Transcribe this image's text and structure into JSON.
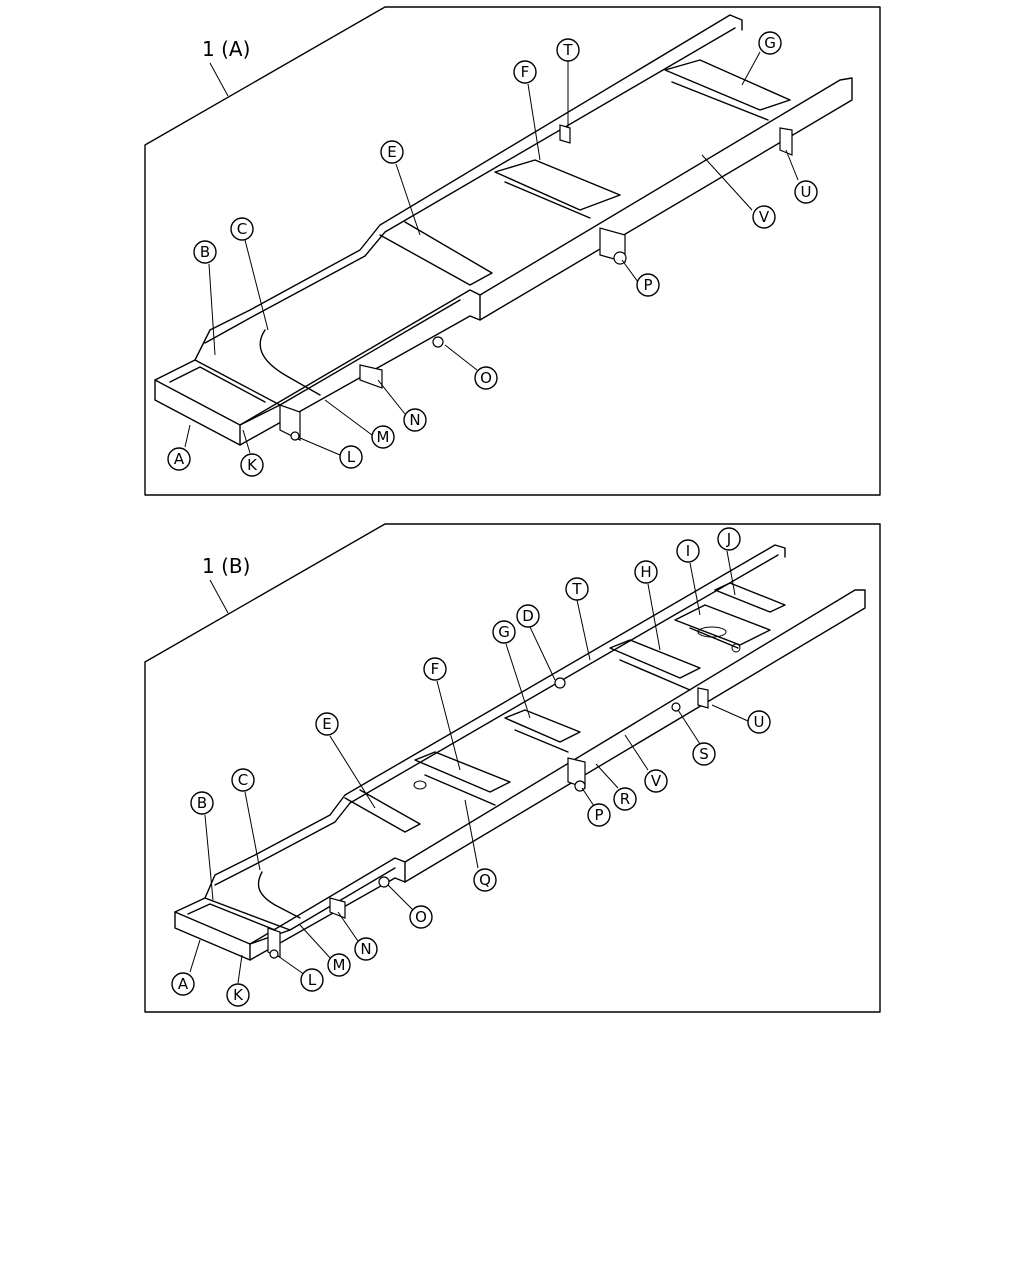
{
  "panels": [
    {
      "id": "A",
      "title": "1 (A)",
      "callouts": [
        "A",
        "B",
        "C",
        "E",
        "F",
        "G",
        "K",
        "L",
        "M",
        "N",
        "O",
        "P",
        "T",
        "U",
        "V"
      ]
    },
    {
      "id": "B",
      "title": "1 (B)",
      "callouts": [
        "A",
        "B",
        "C",
        "D",
        "E",
        "F",
        "G",
        "H",
        "I",
        "J",
        "K",
        "L",
        "M",
        "N",
        "O",
        "P",
        "Q",
        "R",
        "S",
        "T",
        "U",
        "V"
      ]
    }
  ]
}
